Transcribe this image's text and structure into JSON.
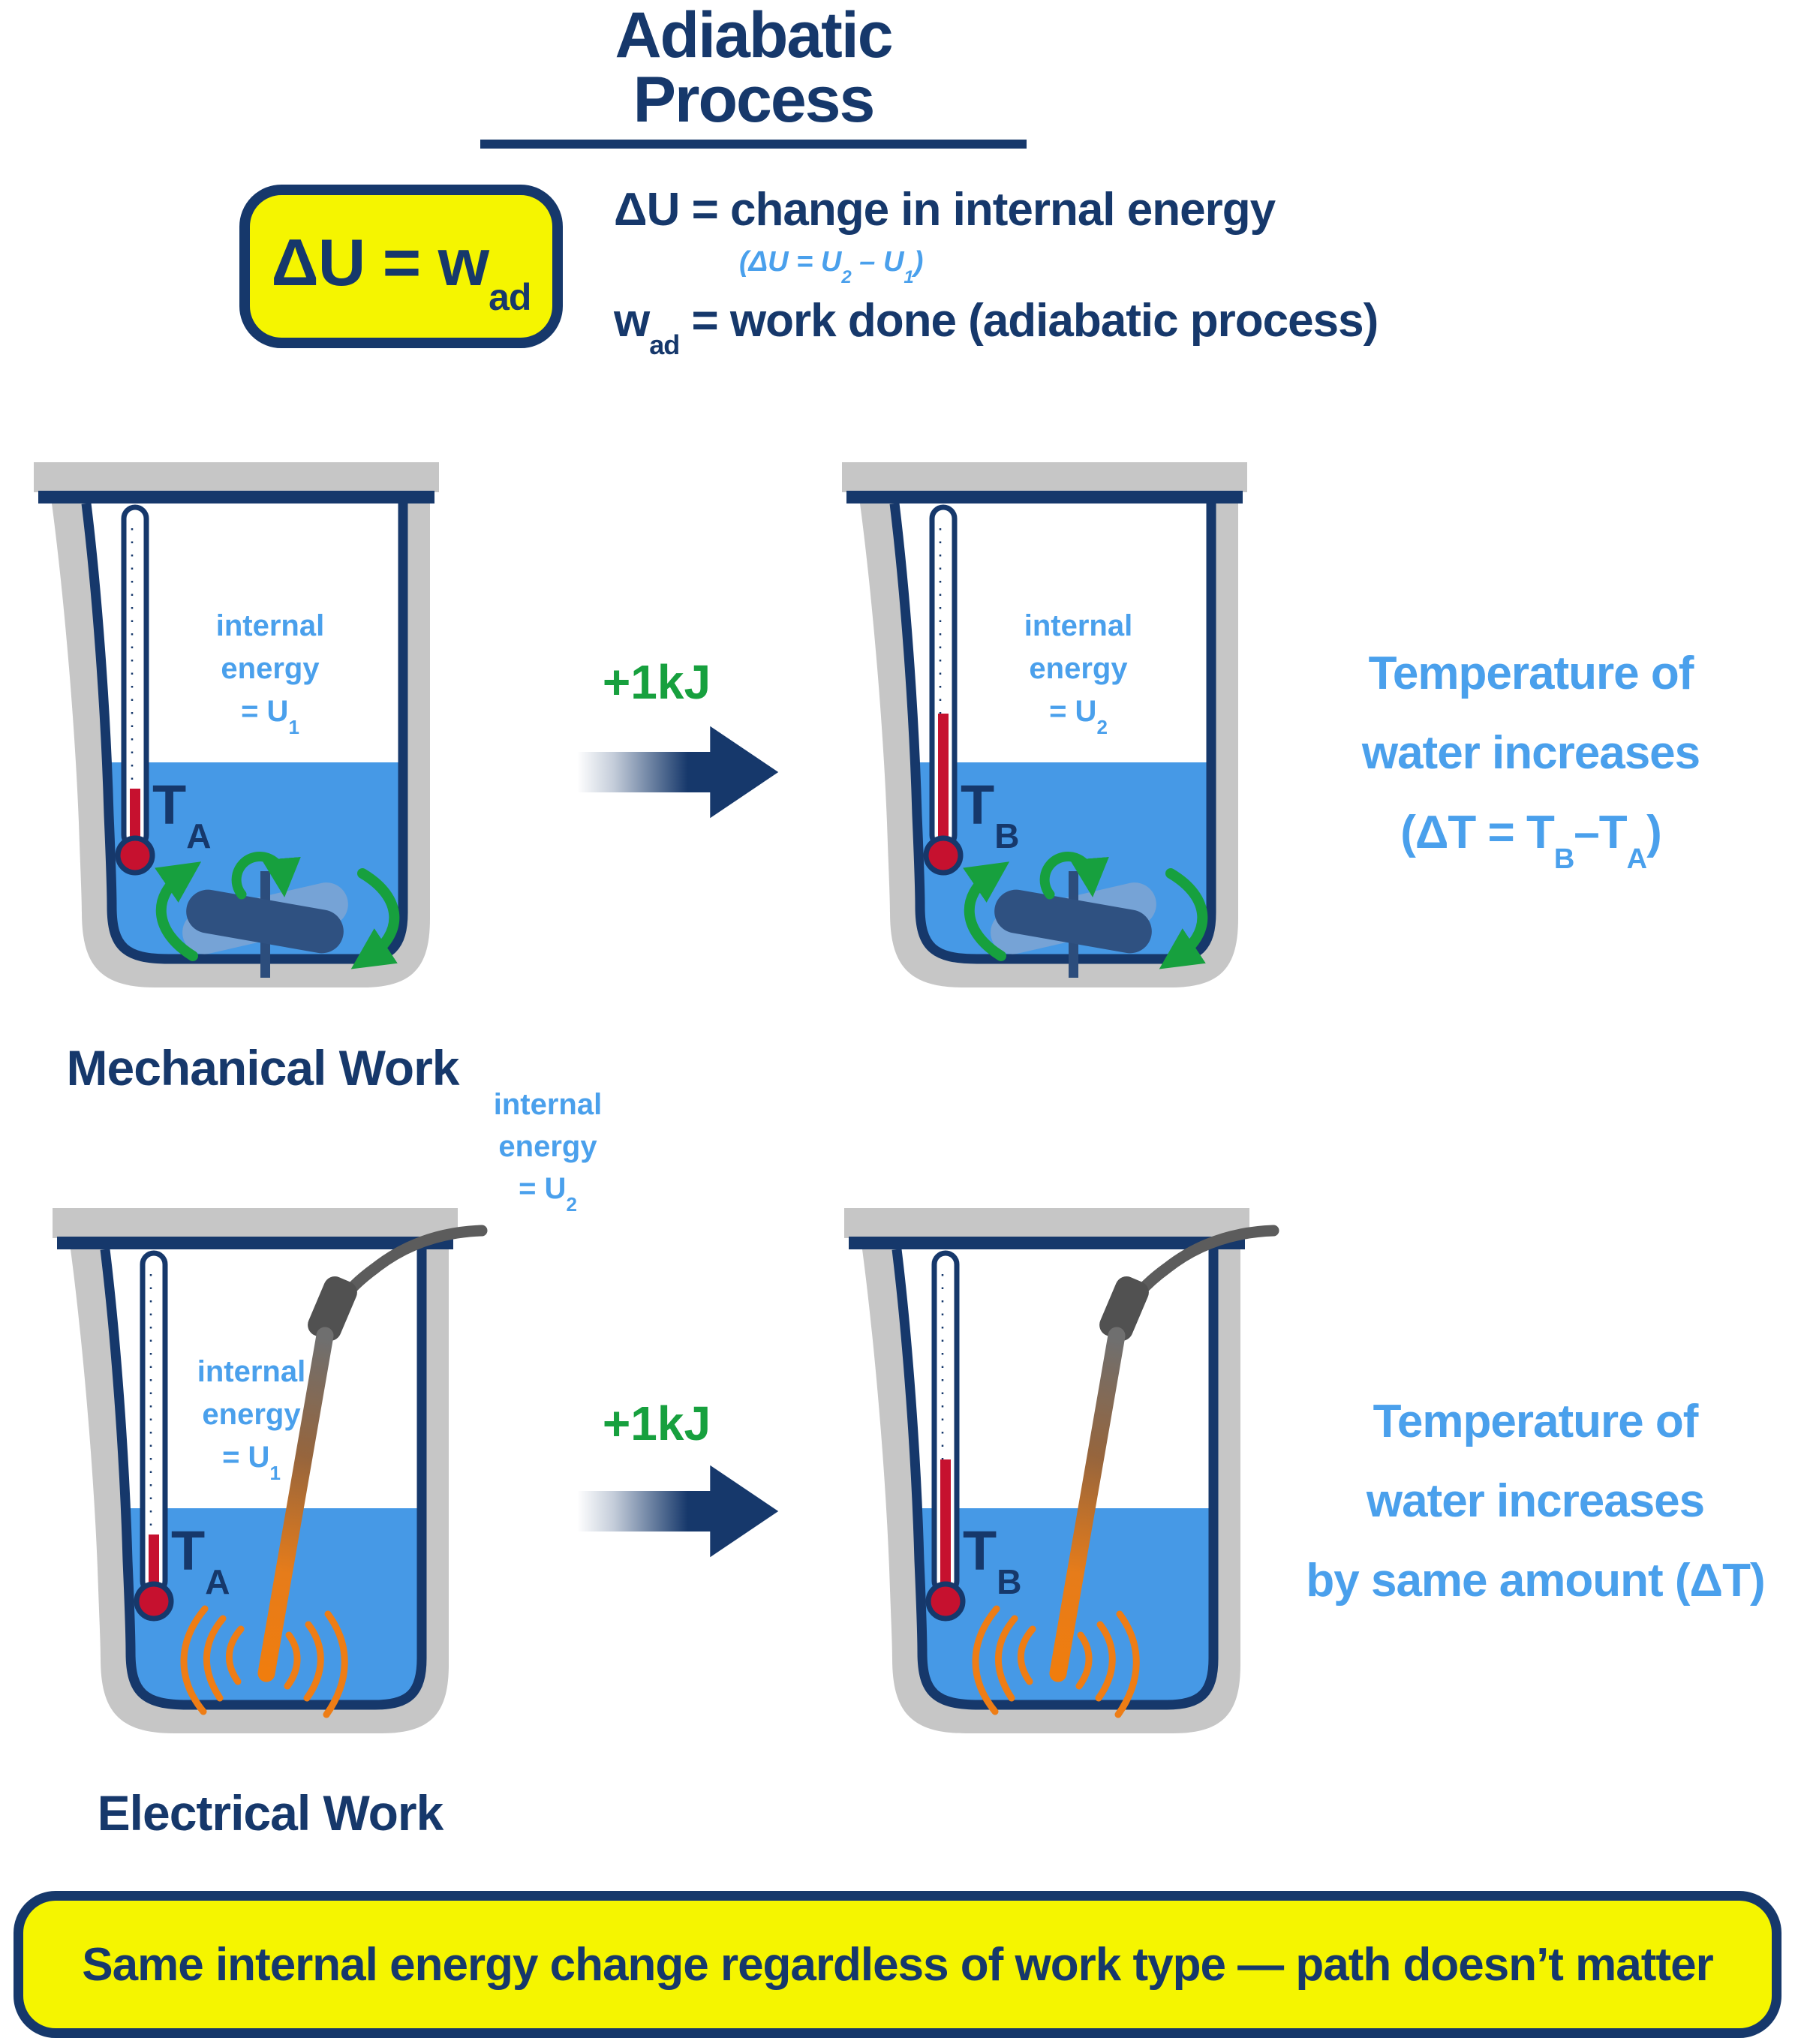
{
  "title": "Adiabatic Process",
  "formula": {
    "main": "ΔU = w",
    "sub": "ad"
  },
  "definitions": {
    "line1": "ΔU = change in internal energy",
    "line2": {
      "pre": "(ΔU = U",
      "sub1": "2",
      "mid": " – U",
      "sub2": "1",
      "post": ")"
    },
    "line3": {
      "pre": "w",
      "sub": "ad",
      "post": " = work done (adiabatic process)"
    }
  },
  "mechanical": {
    "title": "Mechanical Work",
    "energy_added": "+1kJ",
    "before": {
      "energy1": "internal",
      "energy2": "energy",
      "energy3": "= U",
      "energy3_sub": "1",
      "temp": "T",
      "temp_sub": "A"
    },
    "after": {
      "energy1": "internal",
      "energy2": "energy",
      "energy3": "= U",
      "energy3_sub": "2",
      "temp": "T",
      "temp_sub": "B"
    },
    "caption": {
      "line1": "Temperature of",
      "line2": "water increases",
      "line3": {
        "pre": "(ΔT = T",
        "sub1": "B",
        "mid": "–T",
        "sub2": "A",
        "post": ")"
      }
    }
  },
  "electrical": {
    "title": "Electrical Work",
    "energy_added": "+1kJ",
    "floating_energy": {
      "line1": "internal",
      "line2": "energy",
      "line3": "= U",
      "line3_sub": "2"
    },
    "before": {
      "energy1": "internal",
      "energy2": "energy",
      "energy3": "= U",
      "energy3_sub": "1",
      "temp": "T",
      "temp_sub": "A"
    },
    "after": {
      "temp": "T",
      "temp_sub": "B"
    },
    "caption": {
      "line1": "Temperature of",
      "line2": "water increases",
      "line3": "by same amount (ΔT)"
    }
  },
  "footer": "Same internal energy change regardless of work type — path doesn’t matter",
  "colors": {
    "navy": "#16386b",
    "light_blue": "#4aa0ec",
    "water_blue": "#4699e6",
    "green": "#17a03e",
    "red": "#c6112f",
    "orange": "#ee7d15",
    "yellow": "#f5f500",
    "gray": "#c6c6c6"
  }
}
